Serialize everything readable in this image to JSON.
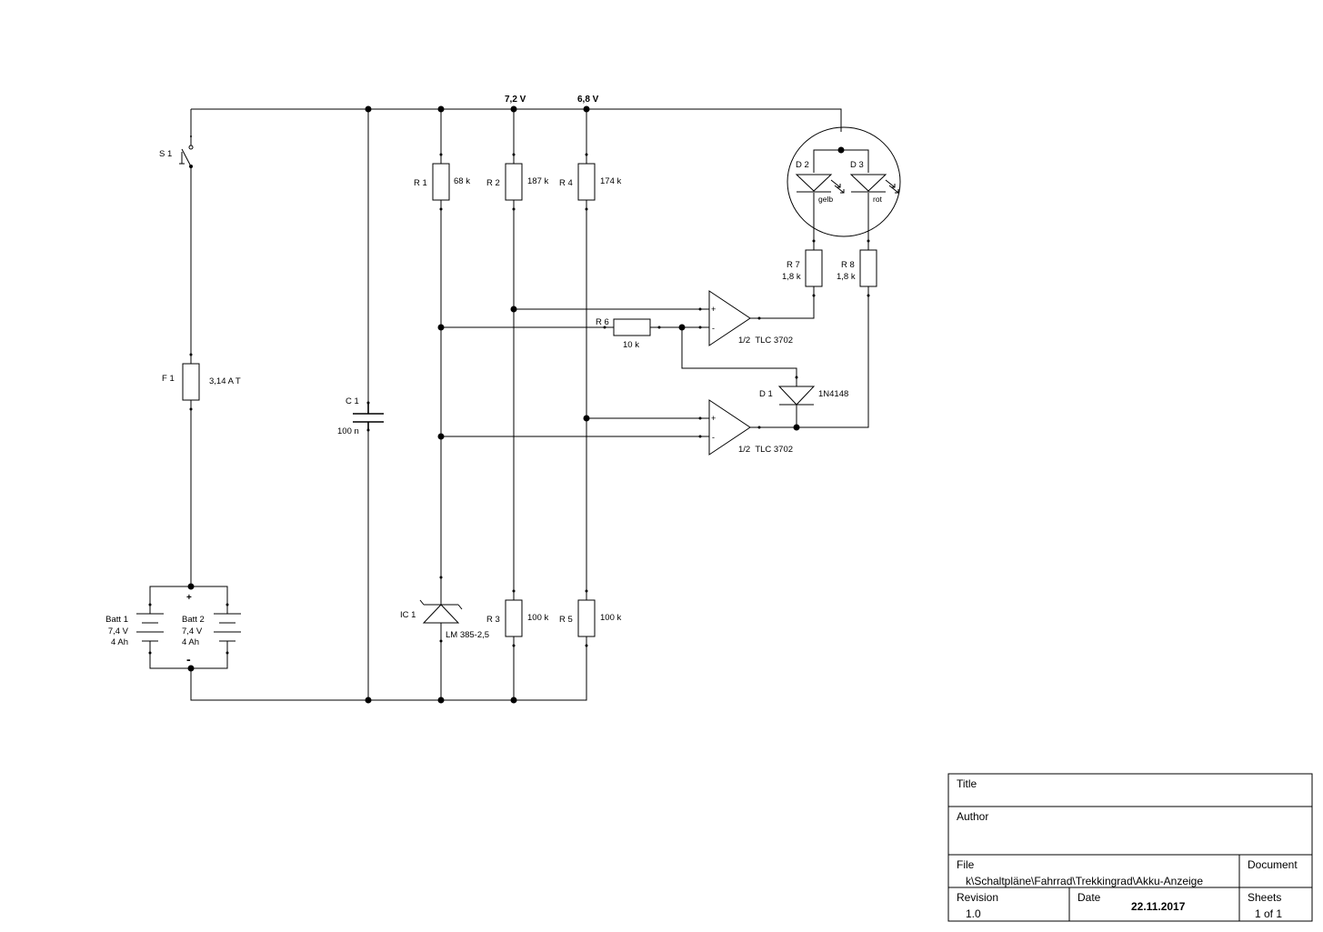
{
  "nets": {
    "v72": "7,2 V",
    "v68": "6,8 V"
  },
  "components": {
    "s1": {
      "ref": "S 1"
    },
    "f1": {
      "ref": "F 1",
      "value": "3,14 A T"
    },
    "batt1": {
      "ref": "Batt 1",
      "voltage": "7,4 V",
      "capacity": "4 Ah"
    },
    "batt2": {
      "ref": "Batt 2",
      "voltage": "7,4 V",
      "capacity": "4 Ah"
    },
    "batt_plus": "+",
    "batt_minus": "-",
    "c1": {
      "ref": "C 1",
      "value": "100 n"
    },
    "r1": {
      "ref": "R 1",
      "value": "68 k"
    },
    "r2": {
      "ref": "R 2",
      "value": "187 k"
    },
    "r3": {
      "ref": "R 3",
      "value": "100 k"
    },
    "r4": {
      "ref": "R 4",
      "value": "174 k"
    },
    "r5": {
      "ref": "R 5",
      "value": "100 k"
    },
    "r6": {
      "ref": "R 6",
      "value": "10 k"
    },
    "r7": {
      "ref": "R 7",
      "value": "1,8 k"
    },
    "r8": {
      "ref": "R 8",
      "value": "1,8 k"
    },
    "ic1": {
      "ref": "IC 1",
      "value": "LM 385-2,5"
    },
    "d1": {
      "ref": "D 1",
      "value": "1N4148"
    },
    "d2": {
      "ref": "D 2",
      "color": "gelb"
    },
    "d3": {
      "ref": "D 3",
      "color": "rot"
    },
    "u1a": {
      "value": "1/2  TLC 3702"
    },
    "u1b": {
      "value": "1/2  TLC 3702"
    },
    "opamp_plus": "+",
    "opamp_minus": "-"
  },
  "title_block": {
    "title_label": "Title",
    "title_value": "",
    "author_label": "Author",
    "author_value": "",
    "file_label": "File",
    "file_value": "k\\Schaltpläne\\Fahrrad\\Trekkingrad\\Akku-Anzeige",
    "document_label": "Document",
    "revision_label": "Revision",
    "revision_value": "1.0",
    "date_label": "Date",
    "date_value": "22.11.2017",
    "sheets_label": "Sheets",
    "sheets_value": "1 of 1"
  }
}
